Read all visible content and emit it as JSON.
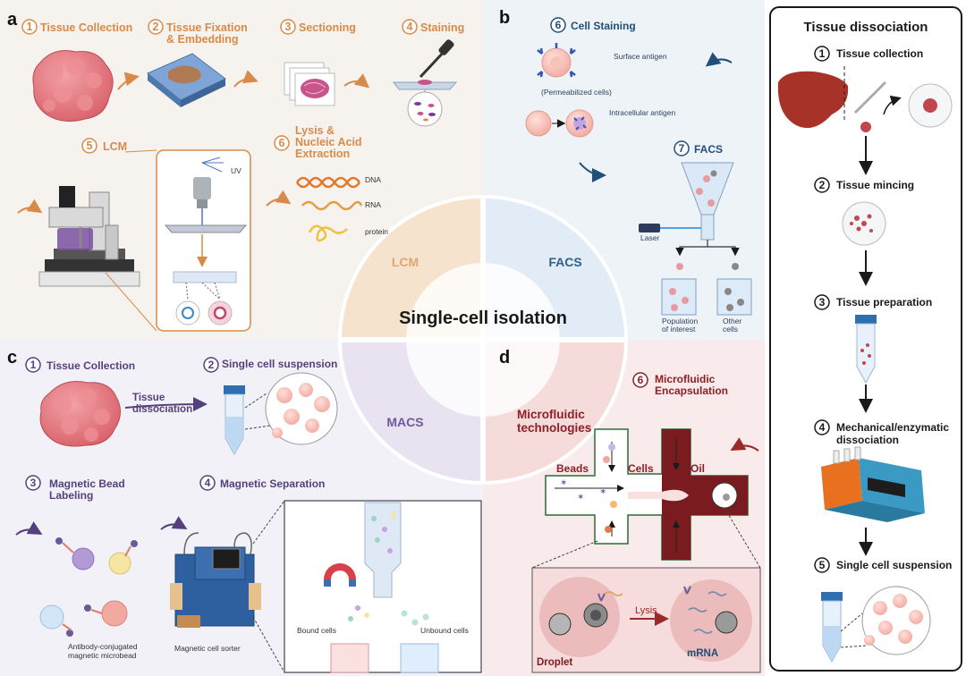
{
  "panel_a": {
    "letter": "a",
    "steps": [
      {
        "num": "1",
        "label": "Tissue Collection"
      },
      {
        "num": "2",
        "label_line1": "Tissue Fixation",
        "label_line2": "& Embedding"
      },
      {
        "num": "3",
        "label": "Sectioning"
      },
      {
        "num": "4",
        "label": "Staining"
      },
      {
        "num": "5",
        "label": "LCM"
      },
      {
        "num": "6",
        "label_line1": "Lysis &",
        "label_line2": "Nucleic Acid",
        "label_line3": "Extraction"
      }
    ],
    "uv_label": "UV",
    "molecules": [
      "DNA",
      "RNA",
      "protein"
    ]
  },
  "panel_b": {
    "letter": "b",
    "cell_staining": {
      "num": "6",
      "label": "Cell Staining"
    },
    "surface_antigen": "Surface antigen",
    "permeabilized": "(Permeabilized cells)",
    "intracellular_antigen": "Intracellular antigen",
    "facs": {
      "num": "7",
      "label": "FACS"
    },
    "laser": "Laser",
    "population_line1": "Population",
    "population_line2": "of interest",
    "other_line1": "Other",
    "other_line2": "cells"
  },
  "center": {
    "title": "Single-cell isolation",
    "lcm": "LCM",
    "facs": "FACS",
    "macs": "MACS"
  },
  "panel_c": {
    "letter": "c",
    "step1": {
      "num": "1",
      "label": "Tissue Collection"
    },
    "arrow_line1": "Tissue",
    "arrow_line2": "dissociation",
    "step2": {
      "num": "2",
      "label": "Single cell suspension"
    },
    "step3": {
      "num": "3",
      "label_line1": "Magnetic Bead",
      "label_line2": "Labeling"
    },
    "step4": {
      "num": "4",
      "label": "Magnetic Separation"
    },
    "microbead_line1": "Antibody-conjugated",
    "microbead_line2": "magnetic microbead",
    "sorter": "Magnetic cell sorter",
    "bound": "Bound cells",
    "unbound": "Unbound  cells"
  },
  "panel_d": {
    "letter": "d",
    "step6": {
      "num": "6",
      "label_line1": "Microfluidic",
      "label_line2": "Encapsulation"
    },
    "tech_line1": "Microfluidic",
    "tech_line2": "technologies",
    "beads": "Beads",
    "cells": "Cells",
    "oil": "Oil",
    "lysis": "Lysis",
    "droplet": "Droplet",
    "mrna": "mRNA"
  },
  "side_panel": {
    "title": "Tissue dissociation",
    "steps": [
      {
        "num": "1",
        "label": "Tissue collection"
      },
      {
        "num": "2",
        "label": "Tissue mincing"
      },
      {
        "num": "3",
        "label": "Tissue preparation"
      },
      {
        "num": "4",
        "label_line1": "Mechanical/enzymatic",
        "label_line2": "dissociation"
      },
      {
        "num": "5",
        "label": "Single cell suspension"
      }
    ]
  },
  "colors": {
    "panel_a_bg": "#f6f3ef",
    "panel_b_bg": "#eef3f8",
    "panel_c_bg": "#f3f1f8",
    "panel_d_bg": "#f9ebeb",
    "lcm_ring": "#f6e3cd",
    "facs_ring": "#e2ecf6",
    "macs_ring": "#e9e2f1",
    "micro_ring": "#f6dbdb",
    "orange": "#d98a48",
    "purple": "#55407e",
    "blue": "#1f4f7a",
    "dark_red": "#8e1f24"
  }
}
